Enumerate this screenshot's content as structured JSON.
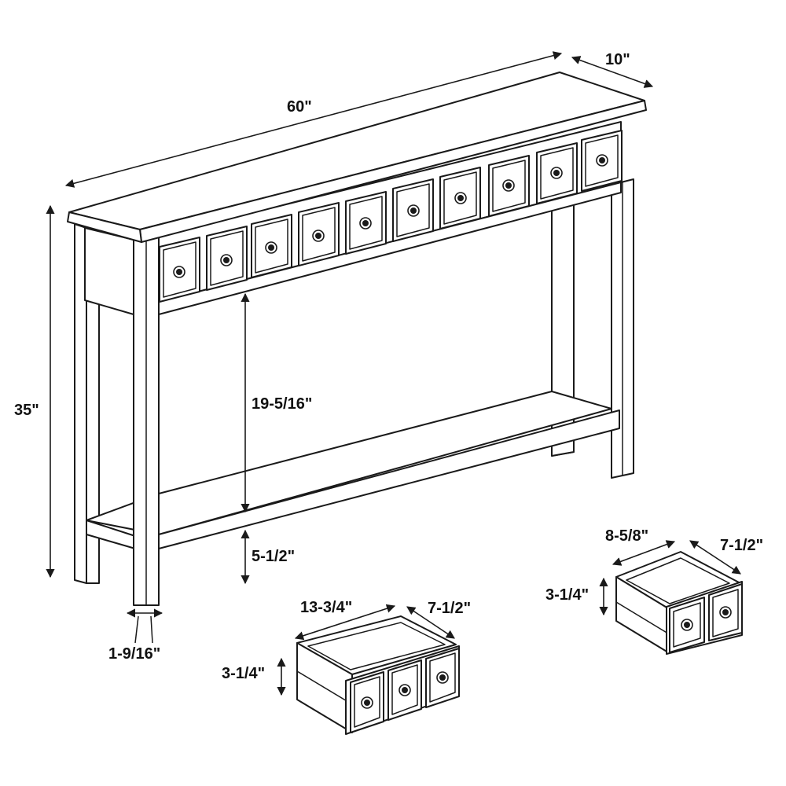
{
  "dimensions": {
    "table_width": "60\"",
    "table_depth": "10\"",
    "table_height": "35\"",
    "shelf_clearance": "19-5/16\"",
    "shelf_height": "5-1/2\"",
    "leg_width": "1-9/16\"",
    "large_drawer": {
      "width": "13-3/4\"",
      "depth": "7-1/2\"",
      "height": "3-1/4\""
    },
    "small_drawer": {
      "width": "8-5/8\"",
      "depth": "7-1/2\"",
      "height": "3-1/4\""
    }
  },
  "colors": {
    "line": "#1a1a1a",
    "background": "#ffffff"
  }
}
